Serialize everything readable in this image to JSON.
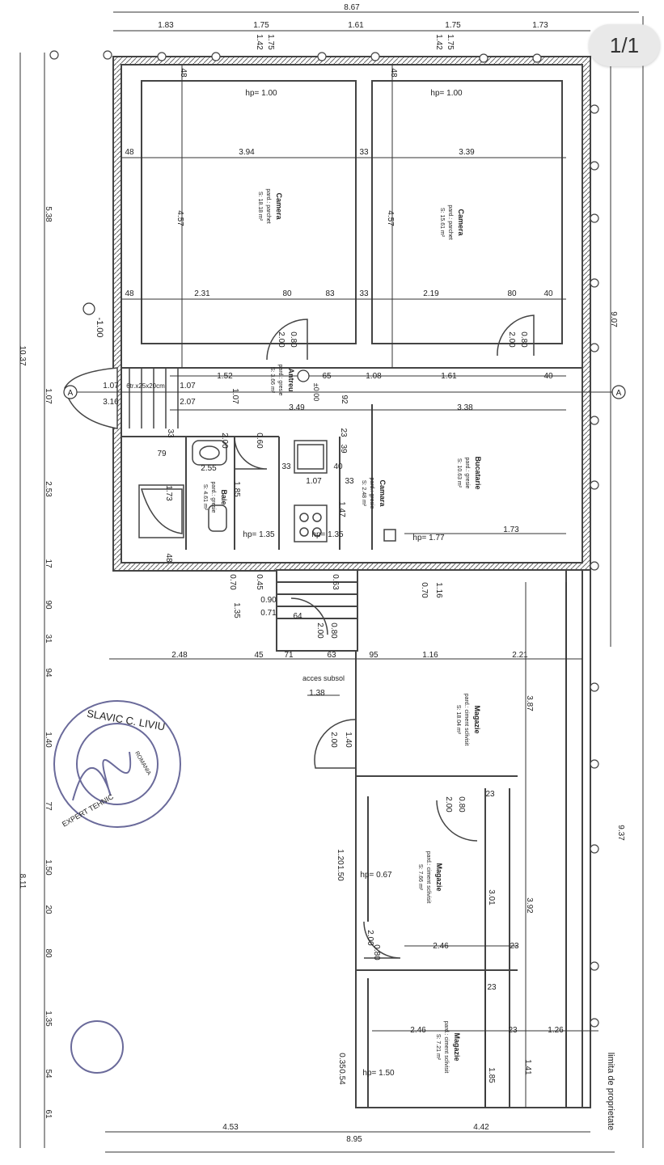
{
  "viewer": {
    "page_indicator": "1/1"
  },
  "rooms": [
    {
      "name": "Camera",
      "floor": "pard.: parchet",
      "area": "S: 18.18 m²",
      "hp": "hp= 1.00"
    },
    {
      "name": "Camera",
      "floor": "pard.: parchet",
      "area": "S: 15.61 m²",
      "hp": "hp= 1.00"
    },
    {
      "name": "Antreu",
      "floor": "pard.: gresie",
      "area": "S: 3.66 m²",
      "hp": ""
    },
    {
      "name": "Baie",
      "floor": "pard.: gresie",
      "area": "S: 4.61 m²",
      "hp": "hp= 1.35"
    },
    {
      "name": "Camara",
      "floor": "pard.: gresie",
      "area": "S: 2.48 m²",
      "hp": "hp= 1.35"
    },
    {
      "name": "Bucatarie",
      "floor": "pard.: gresie",
      "area": "S: 10.63 m²",
      "hp": "hp= 1.77"
    },
    {
      "name": "Magazie",
      "floor": "pard.: ciment sclivisit",
      "area": "S: 18.04 m²",
      "hp": ""
    },
    {
      "name": "Magazie",
      "floor": "pard.: ciment sclivisit",
      "area": "S: 7.66 m²",
      "hp": "hp= 0.67"
    },
    {
      "name": "Magazie",
      "floor": "pard.: ciment sclivisit",
      "area": "S: 7.21 m²",
      "hp": "hp= 1.50"
    }
  ],
  "labels": {
    "basement_access": "acces subsol",
    "property_limit": "limita de proprietate",
    "level": "-1.00",
    "level_zero": "±0.00",
    "axis_a": "A",
    "stairs": "6tr.x25x20cm",
    "stamp_name": "SLAVIC C. LIVIU",
    "stamp_country": "ROMANIA",
    "stamp_role": "EXPERT TEHNIC"
  },
  "dims": {
    "top_total": "8.67",
    "top_row": [
      "1.83",
      "1.75",
      "1.61",
      "1.75",
      "1.73"
    ],
    "window_left": [
      "1.42",
      "1.75"
    ],
    "window_right": [
      "1.42",
      "1.75"
    ],
    "room1_w": "3.94",
    "room1_h": "4.57",
    "room2_w": "3.39",
    "room2_h": "4.57",
    "wall_48": "48",
    "wall_33": "33",
    "row_mid": [
      "2.31",
      "80",
      "83",
      "2.19",
      "80",
      "40"
    ],
    "door_a": [
      "0.80",
      "2.00"
    ],
    "door_b": [
      "0.80",
      "2.00"
    ],
    "hall_row": [
      "1.52",
      "65",
      "1.08",
      "1.61",
      "40"
    ],
    "stair_row": [
      "1.07",
      "1.07",
      "3.16",
      "2.07",
      "1.07"
    ],
    "hall_low": [
      "3.49",
      "92",
      "3.38"
    ],
    "bath": [
      "79",
      "2.55",
      "1.73",
      "1.85",
      "2.00",
      "0.60",
      "33",
      "48"
    ],
    "pantry": [
      "1.07",
      "1.47",
      "33",
      "39",
      "40",
      "23",
      "33"
    ],
    "kitchen": [
      "1.73",
      "1.16",
      "0.70"
    ],
    "lower": [
      "0.45",
      "0.70",
      "0.63",
      "0.90",
      "0.71",
      "0.80",
      "2.00",
      "1.35",
      "64"
    ],
    "mid_row": [
      "2.48",
      "45",
      "71",
      "63",
      "95",
      "1.16",
      "2.21"
    ],
    "access_w": "1.38",
    "mag1": [
      "1.40",
      "2.00",
      "3.87"
    ],
    "mag2": [
      "0.80",
      "2.00",
      "1.20",
      "1.50",
      "3.01",
      "3.92",
      "23"
    ],
    "mag3": [
      "2.00",
      "0.80",
      "2.46",
      "23",
      "23"
    ],
    "mag4": [
      "2.46",
      "23",
      "1.26",
      "0.35",
      "0.54",
      "1.85",
      "1.41"
    ],
    "right_outer": [
      "9.07",
      "9.37"
    ],
    "bottom_row": [
      "4.53",
      "4.42"
    ],
    "bottom_total": "8.95",
    "left_total": [
      "10.37",
      "8.11"
    ],
    "left_side": [
      "5.38",
      "1.07",
      "2.53",
      "17",
      "90",
      "31",
      "94",
      "1.40",
      "77",
      "1.50",
      "20",
      "80",
      "1.35",
      "54",
      "61"
    ]
  },
  "colors": {
    "ink": "#222222",
    "wall": "#555555",
    "paper": "#ffffff",
    "badge": "#e9e9e9"
  }
}
